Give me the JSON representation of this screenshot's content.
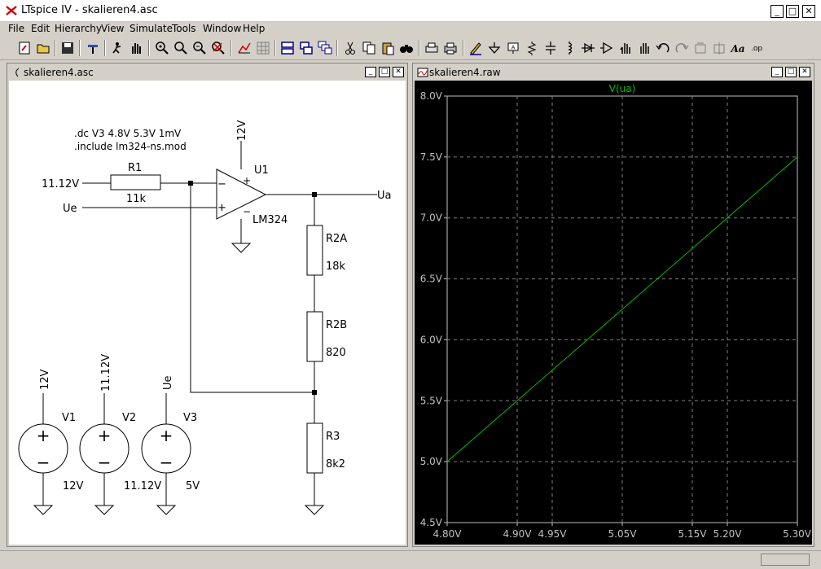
{
  "window": {
    "title": "LTspice IV - skalieren4.asc"
  },
  "menu": [
    "File",
    "Edit",
    "Hierarchy",
    "View",
    "Simulate",
    "Tools",
    "Window",
    "Help"
  ],
  "schematic": {
    "title": "skalieren4.asc",
    "directives": [
      ".dc V3 4.8V 5.3V 1mV",
      ".include lm324-ns.mod"
    ],
    "labels": {
      "r1_name": "R1",
      "r1_value": "11k",
      "in_voltage": "11.12V",
      "ue": "Ue",
      "ua": "Ua",
      "u1_name": "U1",
      "u1_model": "LM324",
      "supply": "12V",
      "r2a_name": "R2A",
      "r2a_value": "18k",
      "r2b_name": "R2B",
      "r2b_value": "820",
      "r3_name": "R3",
      "r3_value": "8k2",
      "v1_name": "V1",
      "v1_node": "12V",
      "v1_value": "12V",
      "v2_name": "V2",
      "v2_node": "11.12V",
      "v2_value": "11.12V",
      "v3_name": "V3",
      "v3_node": "Ue",
      "v3_value": "5V",
      "plus": "+",
      "minus": "−"
    }
  },
  "waveform": {
    "title": "skalieren4.raw"
  },
  "chart_data": {
    "type": "line",
    "title": "V(ua)",
    "xlabel": "",
    "ylabel": "",
    "xlim": [
      4.8,
      5.3
    ],
    "ylim": [
      4.5,
      8.0
    ],
    "x_ticks": [
      4.8,
      4.9,
      4.95,
      5.05,
      5.15,
      5.2,
      5.3
    ],
    "x_tick_labels": [
      "4.80V",
      "4.90V",
      "4.95V",
      "5.05V",
      "5.15V",
      "5.20V",
      "5.30V"
    ],
    "y_ticks": [
      4.5,
      5.0,
      5.5,
      6.0,
      6.5,
      7.0,
      7.5,
      8.0
    ],
    "y_tick_labels": [
      "4.5V",
      "5.0V",
      "5.5V",
      "6.0V",
      "6.5V",
      "7.0V",
      "7.5V",
      "8.0V"
    ],
    "grid": true,
    "background": "#000000",
    "grid_color": "#808080",
    "series": [
      {
        "name": "V(ua)",
        "color": "#00c000",
        "x": [
          4.8,
          5.3
        ],
        "y": [
          5.0,
          7.5
        ]
      }
    ]
  }
}
